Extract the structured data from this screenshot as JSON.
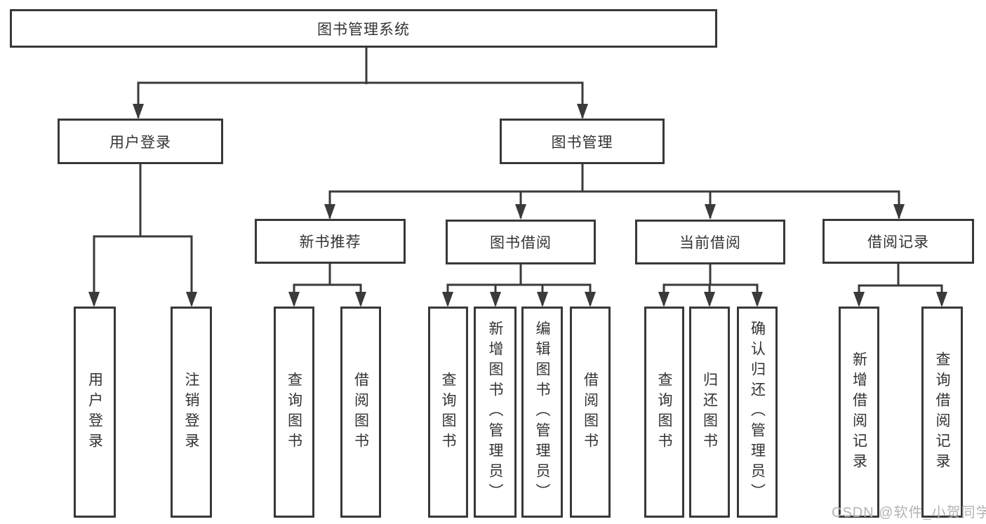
{
  "diagram": {
    "type": "tree",
    "colors": {
      "line": "#3a3a3a",
      "box_border": "#383838",
      "text": "#333333",
      "watermark": "#b3b3b3",
      "background": "#ffffff"
    },
    "tree": {
      "label": "图书管理系统",
      "children": [
        {
          "label": "用户登录",
          "children": [
            {
              "label": "用户登录"
            },
            {
              "label": "注销登录"
            }
          ]
        },
        {
          "label": "图书管理",
          "children": [
            {
              "label": "新书推荐",
              "children": [
                {
                  "label": "查询图书"
                },
                {
                  "label": "借阅图书"
                }
              ]
            },
            {
              "label": "图书借阅",
              "children": [
                {
                  "label": "查询图书"
                },
                {
                  "label": "新增图书（管理员）"
                },
                {
                  "label": "编辑图书（管理员）"
                },
                {
                  "label": "借阅图书"
                }
              ]
            },
            {
              "label": "当前借阅",
              "children": [
                {
                  "label": "查询图书"
                },
                {
                  "label": "归还图书"
                },
                {
                  "label": "确认归还（管理员）"
                }
              ]
            },
            {
              "label": "借阅记录",
              "children": [
                {
                  "label": "新增借阅记录"
                },
                {
                  "label": "查询借阅记录"
                }
              ]
            }
          ]
        }
      ]
    },
    "watermark": {
      "text": "CSDN @软件_小贺同学"
    }
  }
}
